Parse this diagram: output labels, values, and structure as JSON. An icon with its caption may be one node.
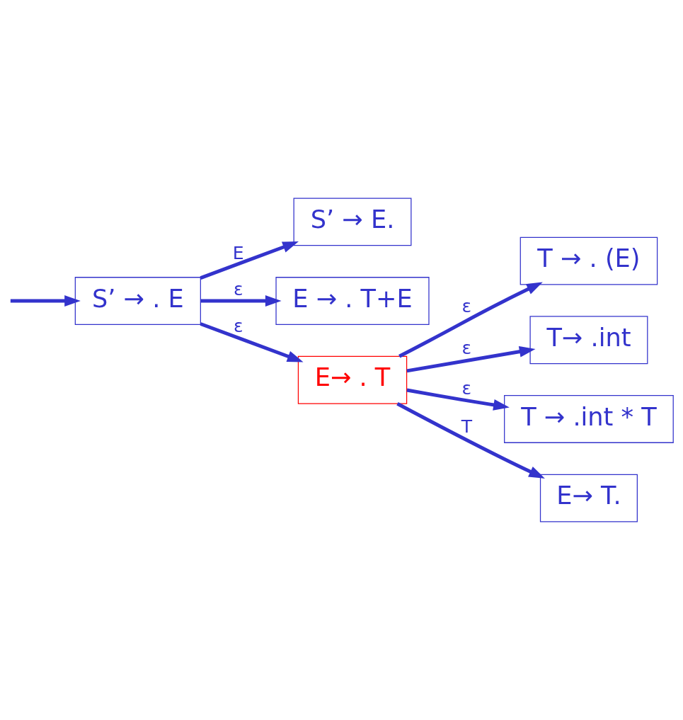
{
  "diagram": {
    "nodes": [
      {
        "text": [
          "T → . (E)"
        ]
      },
      {
        "text": [
          "S’ → E."
        ]
      },
      {
        "text": [
          "E → . T+E"
        ]
      },
      {
        "text": [
          "S’ → . E"
        ]
      },
      {
        "text": [
          "T→ .int"
        ]
      },
      {
        "text": [
          "E→ . T"
        ]
      },
      {
        "text": [
          "T → .int * T"
        ]
      },
      {
        "text": [
          "E→ T."
        ]
      }
    ],
    "edges": [
      {
        "from": null,
        "to": 3,
        "arrow": "to"
      },
      {
        "from": 3,
        "to": 1,
        "arrow": "to",
        "label": "E"
      },
      {
        "from": 3,
        "to": 2,
        "arrow": "to",
        "label": "ε"
      },
      {
        "from": 3,
        "to": 5,
        "arrow": "to",
        "label": "ε"
      },
      {
        "from": 5,
        "to": 0,
        "arrow": "to",
        "label": "ε"
      },
      {
        "from": 5,
        "to": 4,
        "arrow": "to",
        "label": "ε"
      },
      {
        "from": 5,
        "to": 6,
        "arrow": "to",
        "label": "ε"
      },
      {
        "from": 5,
        "to": 7,
        "arrow": "to",
        "label": "T"
      }
    ]
  }
}
